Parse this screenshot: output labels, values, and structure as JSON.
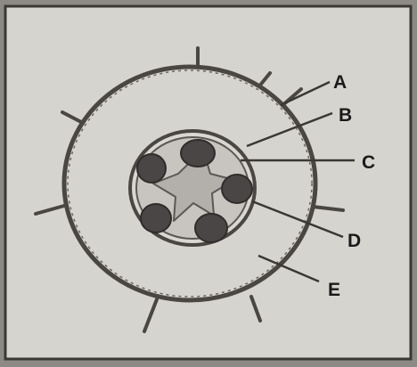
{
  "labels": {
    "a": "A",
    "b": "B",
    "c": "C",
    "d": "D",
    "e": "E"
  },
  "colors": {
    "paper": "#d6d4cf",
    "border": "#3a3835",
    "outline": "#4a4643",
    "xylem": "#b9b6b1",
    "phloem": "#4a4645",
    "ink": "#1a1a1a"
  }
}
